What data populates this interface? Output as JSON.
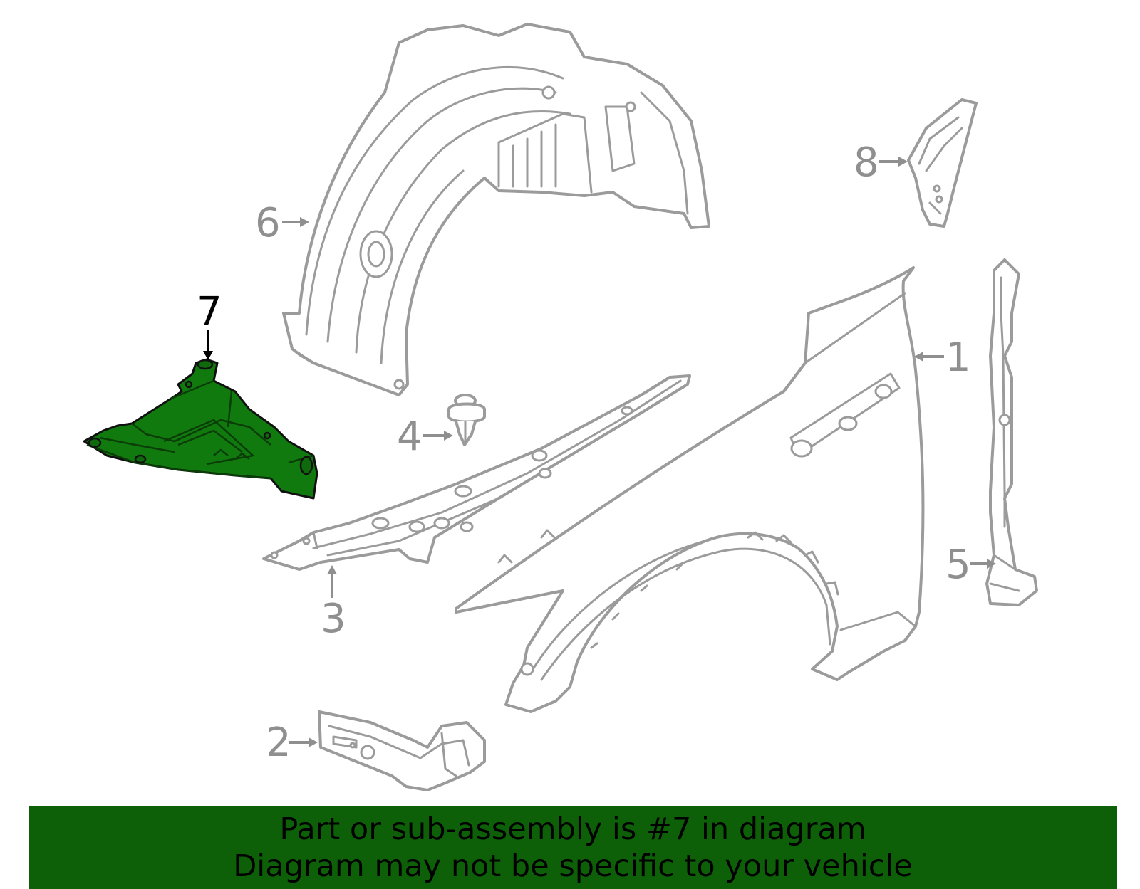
{
  "diagram": {
    "callouts": [
      {
        "id": "1",
        "label": "1",
        "highlighted": false
      },
      {
        "id": "2",
        "label": "2",
        "highlighted": false
      },
      {
        "id": "3",
        "label": "3",
        "highlighted": false
      },
      {
        "id": "4",
        "label": "4",
        "highlighted": false
      },
      {
        "id": "5",
        "label": "5",
        "highlighted": false
      },
      {
        "id": "6",
        "label": "6",
        "highlighted": false
      },
      {
        "id": "7",
        "label": "7",
        "highlighted": true
      },
      {
        "id": "8",
        "label": "8",
        "highlighted": false
      }
    ],
    "highlight_color": "#117a0e",
    "part_line_color": "#9b9b9b"
  },
  "banner": {
    "line1": "Part or sub-assembly is #7 in diagram",
    "line2": "Diagram may not be specific to your vehicle",
    "background": "#0d5f08"
  }
}
